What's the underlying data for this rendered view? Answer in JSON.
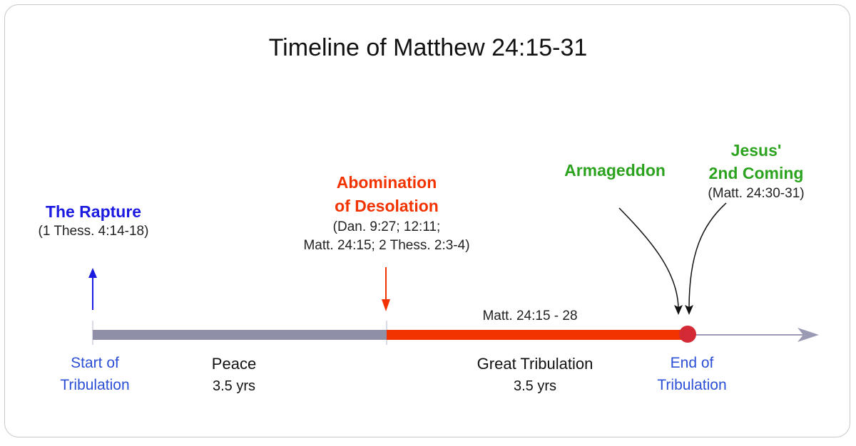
{
  "title": "Timeline of Matthew 24:15-31",
  "colors": {
    "blue": "#1a1ae0",
    "boundary_blue": "#2b4fd6",
    "red": "#f23300",
    "green": "#2ca31f",
    "gray_bar": "#8f8fa8",
    "end_dot": "#d42a36",
    "arrow_gray": "#9a9ab4"
  },
  "events": {
    "rapture": {
      "label": "The Rapture",
      "reference": "(1 Thess. 4:14-18)"
    },
    "abomination": {
      "label_line1": "Abomination",
      "label_line2": "of Desolation",
      "reference_line1": "(Dan. 9:27; 12:11;",
      "reference_line2": "Matt. 24:15; 2 Thess. 2:3-4)"
    },
    "armageddon": {
      "label": "Armageddon"
    },
    "second_coming": {
      "label_line1": "Jesus'",
      "label_line2": "2nd Coming",
      "reference": "(Matt. 24:30-31)"
    }
  },
  "great_tribulation_reference": "Matt. 24:15 - 28",
  "periods": {
    "peace": {
      "name": "Peace",
      "duration": "3.5 yrs"
    },
    "great_tribulation": {
      "name": "Great Tribulation",
      "duration": "3.5 yrs"
    }
  },
  "boundaries": {
    "start": {
      "line1": "Start of",
      "line2": "Tribulation"
    },
    "end": {
      "line1": "End of",
      "line2": "Tribulation"
    }
  }
}
